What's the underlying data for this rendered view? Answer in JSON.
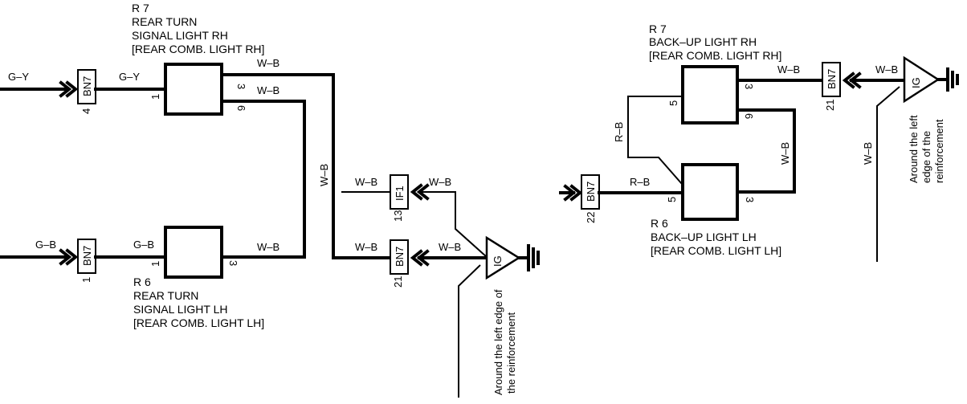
{
  "components": {
    "r7_turn": {
      "id": "R 7",
      "name_line1": "REAR TURN",
      "name_line2": "SIGNAL LIGHT RH",
      "location": "[REAR COMB.  LIGHT RH]"
    },
    "r6_turn": {
      "id": "R 6",
      "name_line1": "REAR TURN",
      "name_line2": "SIGNAL LIGHT LH",
      "location": "[REAR COMB.  LIGHT LH]"
    },
    "r7_backup": {
      "id": "R 7",
      "name_line1": "BACK–UP LIGHT RH",
      "location": "[REAR COMB.  LIGHT RH]"
    },
    "r6_backup": {
      "id": "R 6",
      "name_line1": "BACK–UP LIGHT LH",
      "location": "[REAR COMB.  LIGHT LH]"
    }
  },
  "connectors": {
    "bn7_a": {
      "name": "BN7",
      "pin": "4"
    },
    "bn7_b": {
      "name": "BN7",
      "pin": "1"
    },
    "if1": {
      "name": "IF1",
      "pin": "13"
    },
    "bn7_c": {
      "name": "BN7",
      "pin": "21"
    },
    "bn7_d": {
      "name": "BN7",
      "pin": "22"
    },
    "bn7_e": {
      "name": "BN7",
      "pin": "21"
    }
  },
  "pins": {
    "r7_turn_in": "1",
    "r7_turn_out1": "3",
    "r7_turn_out2": "6",
    "r6_turn_in": "1",
    "r6_turn_out": "3",
    "r7_backup_in": "5",
    "r7_backup_out1": "3",
    "r7_backup_out2": "6",
    "r6_backup_in": "5",
    "r6_backup_out": "3"
  },
  "wires": {
    "gy_in": "G–Y",
    "gy_mid": "G–Y",
    "gb_in": "G–B",
    "gb_mid": "G–B",
    "wb_r7_3": "W–B",
    "wb_r7_6": "W–B",
    "wb_r6_3": "W–B",
    "wb_vertical": "W–B",
    "wb_if1_left": "W–B",
    "wb_if1_right": "W–B",
    "wb_bn7_left": "W–B",
    "wb_bn7_right": "W–B",
    "rb_vertical": "R–B",
    "rb_horizontal": "R–B",
    "wb_bu_top": "W–B",
    "wb_bu_right": "W–B",
    "wb_gnd_right_top": "W–B",
    "wb_gnd_right_vertical": "W–B"
  },
  "grounds": {
    "ig_left": {
      "label": "IG",
      "note_line1": "Around the left edge of",
      "note_line2": "the reinforcement"
    },
    "ig_right": {
      "label": "IG",
      "note_line1": "Around the left",
      "note_line2": "edge of the",
      "note_line3": "reinforcement"
    }
  }
}
